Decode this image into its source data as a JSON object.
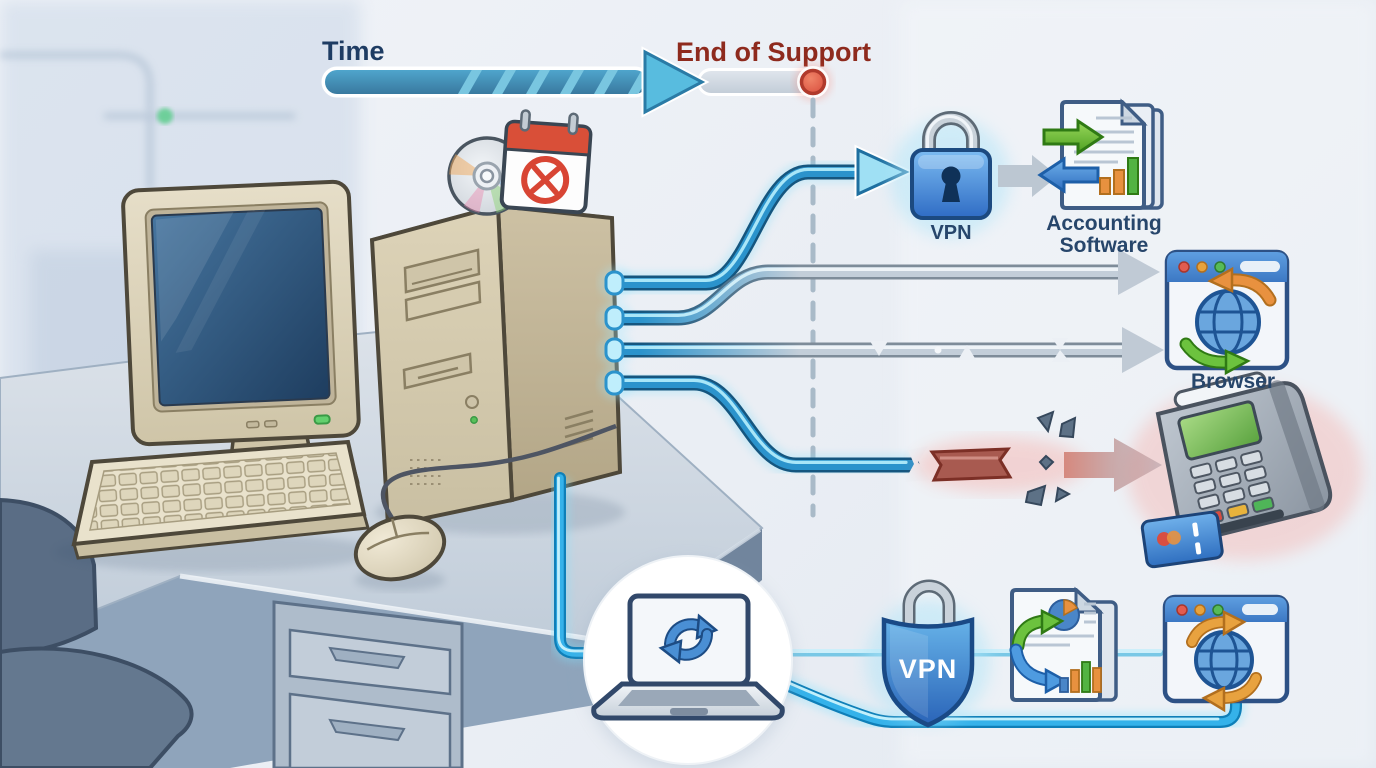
{
  "title": "Legacy PC end-of-support diagram",
  "timeline": {
    "label": "Time",
    "end_label": "End of Support"
  },
  "top_flow": {
    "vpn_label": "VPN",
    "accounting_label_line1": "Accounting",
    "accounting_label_line2": "Software",
    "browser_label": "Browser"
  },
  "bottom_flow": {
    "vpn_shield_label": "VPN"
  },
  "icons": {
    "cd-disc-icon": "installation disc",
    "expired-calendar-icon": "calendar with crossed-out date",
    "padlock-icon": "VPN padlock",
    "documents-icon": "accounting documents with sync arrows and bar chart",
    "browser-window-icon": "browser window with globe and refresh arrows",
    "broken-arrow-icon": "shattered connection arrow",
    "payment-terminal-icon": "card payment terminal",
    "laptop-sync-icon": "laptop with update arrows",
    "vpn-shield-icon": "VPN shield",
    "reports-icon": "report documents with pie and bar charts"
  },
  "colors": {
    "navy": "#1e3c63",
    "dark_red": "#8e2a1d",
    "label_blue": "#27466b",
    "cable_blue": "#2b93cc",
    "cable_glow": "#7fdcf8",
    "gray_arrow": "#c0cad5",
    "alert_red": "#d94f3e",
    "lock_blue": "#2f6cc4",
    "beige": "#d8cfb4",
    "desk_top": "#ccd6e2",
    "desk_front": "#8fa4bb",
    "screen_blue": "#2b4e74",
    "green": "#4da021",
    "orange": "#e8913f"
  }
}
